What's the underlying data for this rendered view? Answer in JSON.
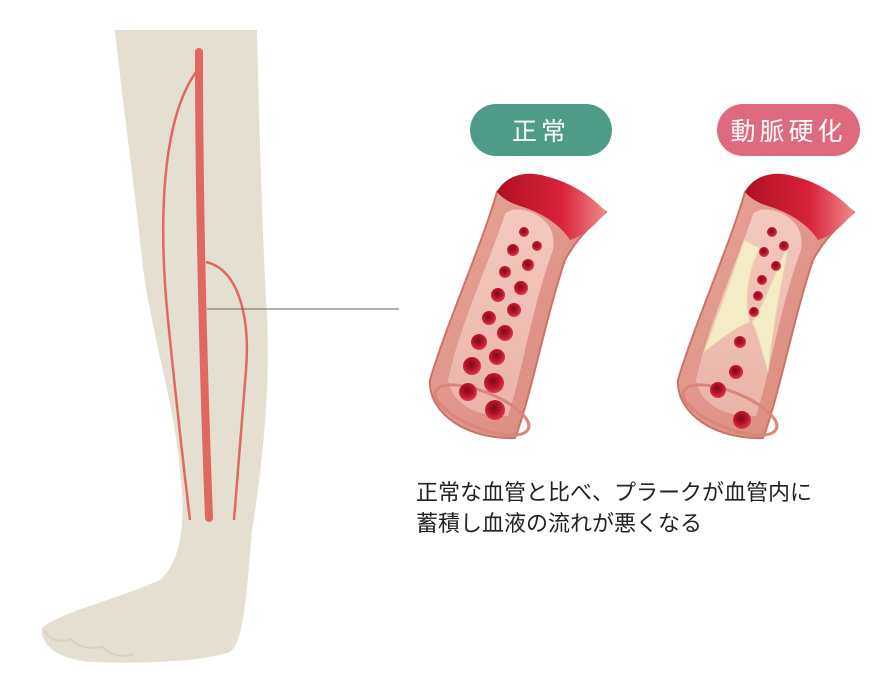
{
  "labels": {
    "normal": "正常",
    "atherosclerosis": "動脈硬化"
  },
  "caption": {
    "line1": "正常な血管と比べ、プラークが血管内に",
    "line2": "蓄積し血液の流れが悪くなる"
  },
  "colors": {
    "normal_pill": "#4e9c87",
    "atherosclerosis_pill": "#df6a7d",
    "leg_skin": "#e5dfd1",
    "artery": "#e0685f",
    "vessel_wall": "#e59a8e",
    "blood": "#c2162c",
    "plaque": "#f4ecc4"
  }
}
